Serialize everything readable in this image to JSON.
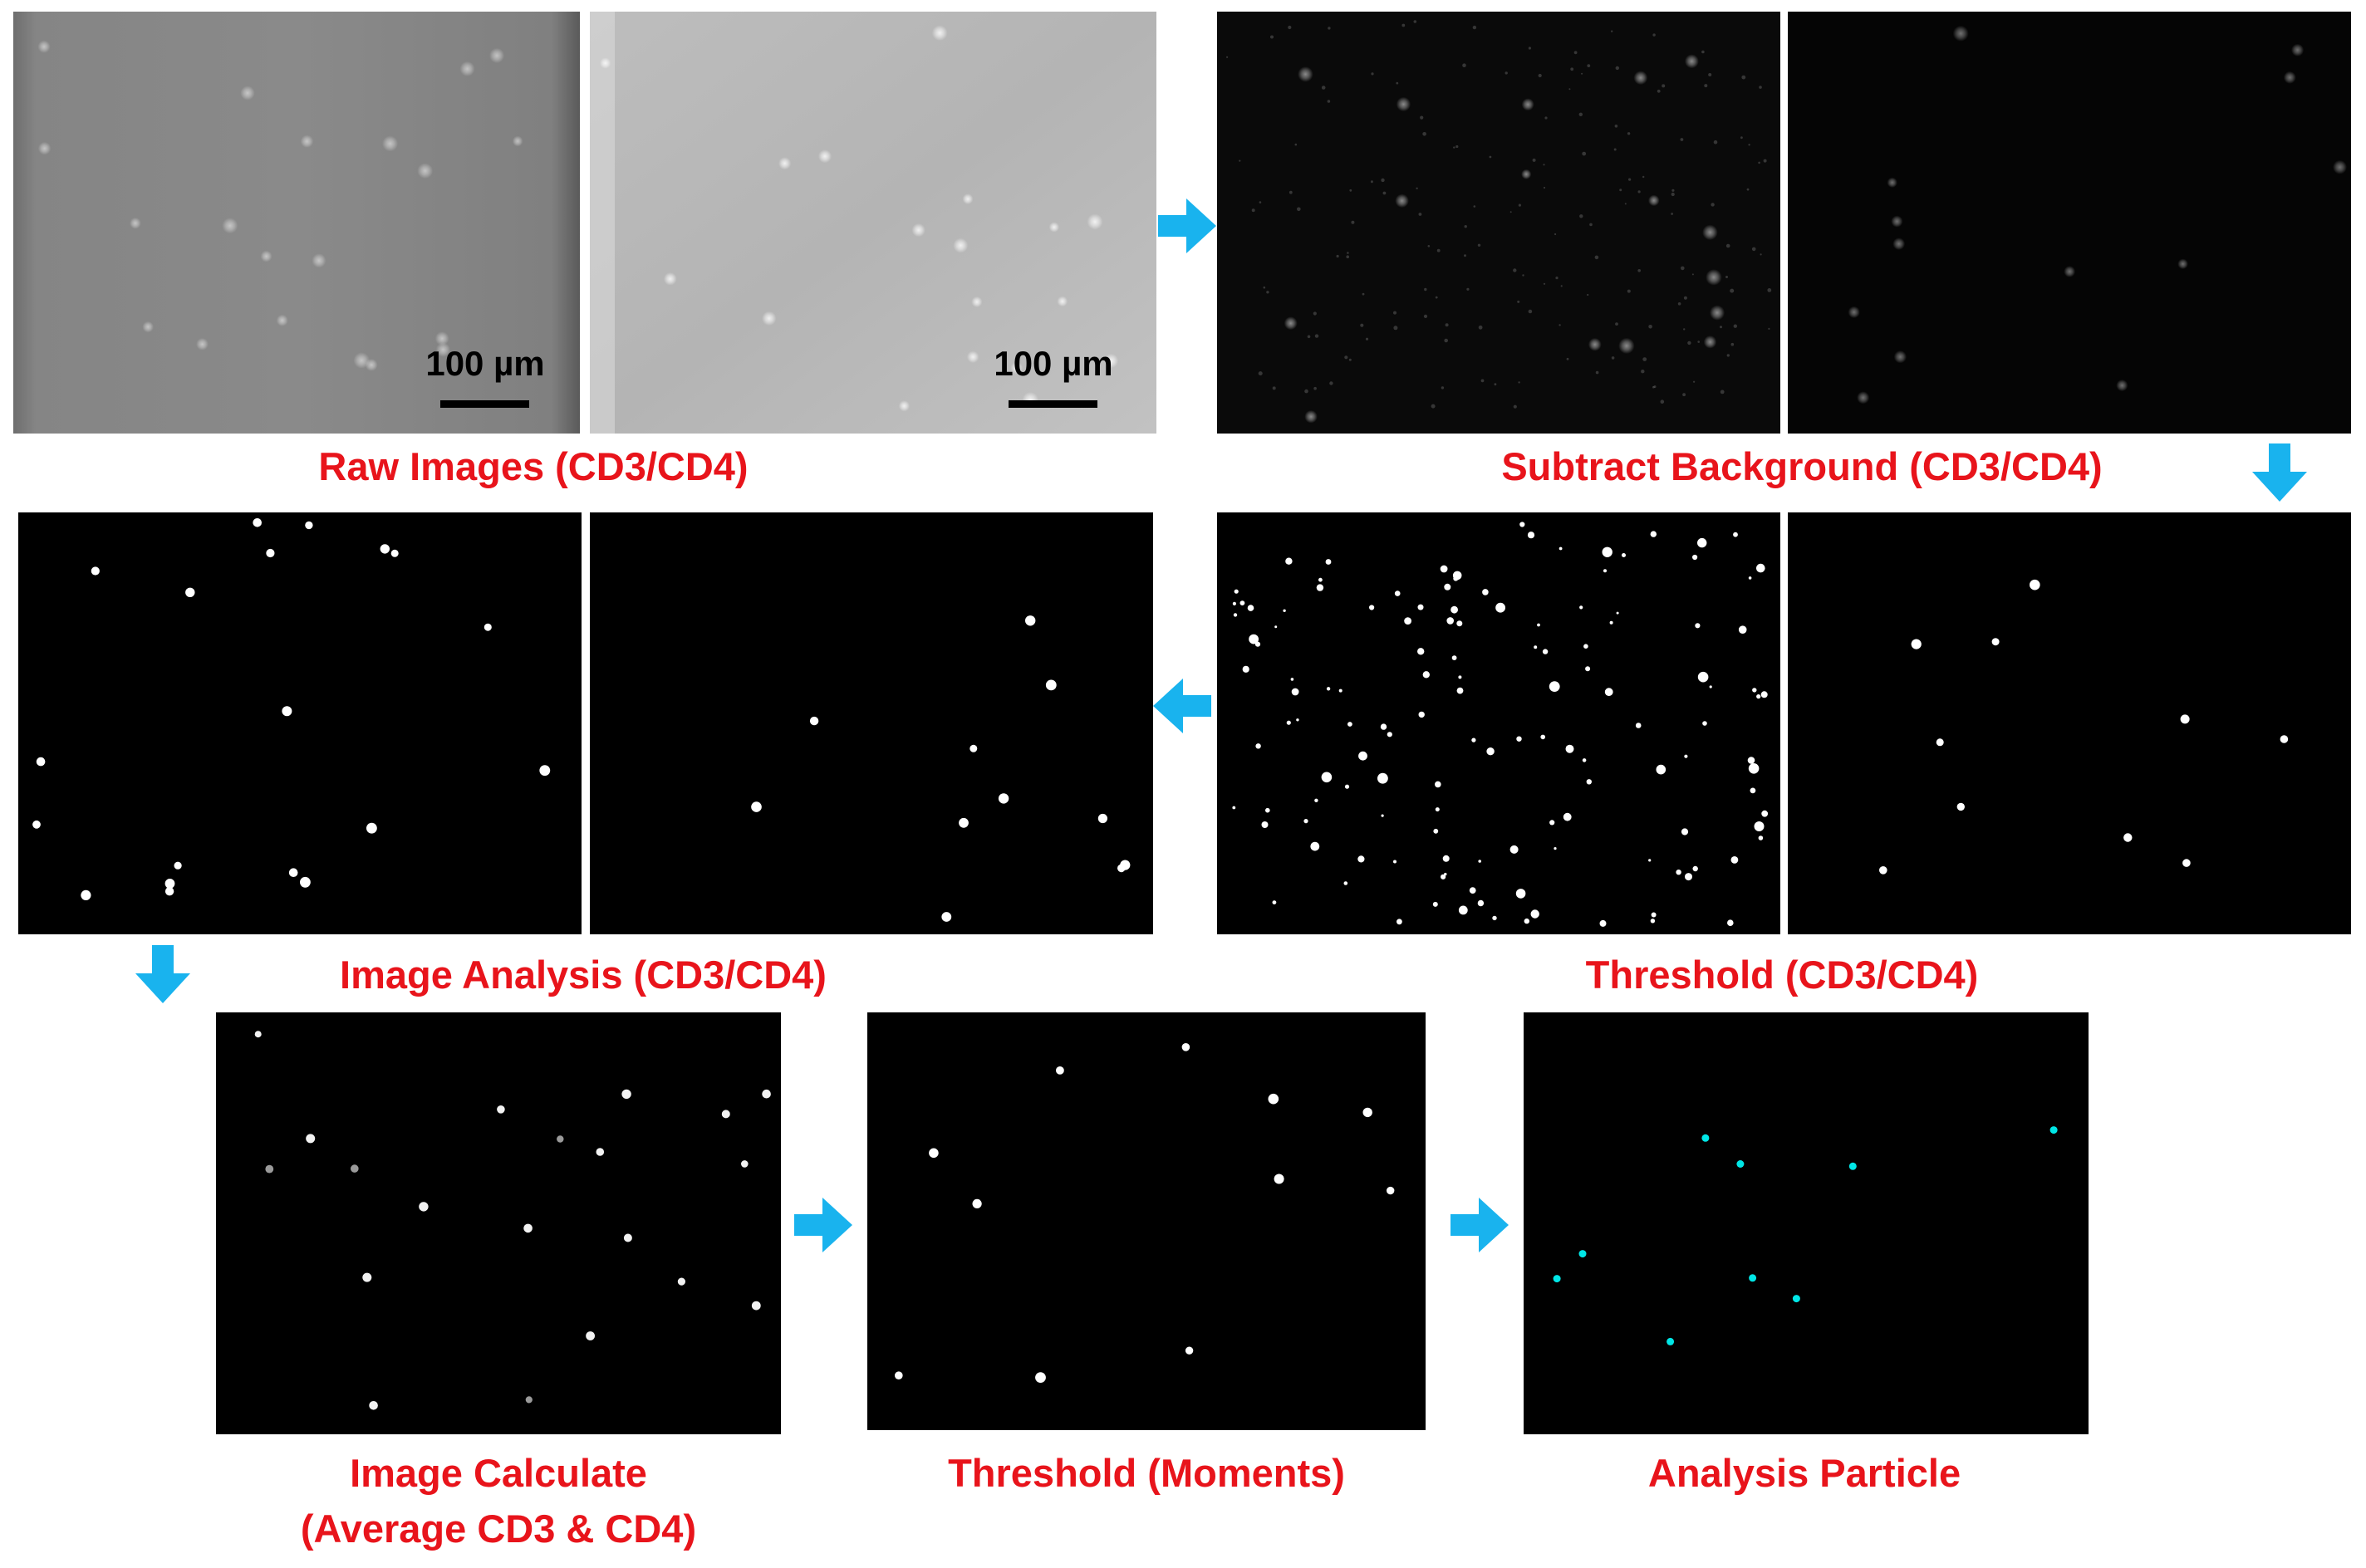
{
  "colors": {
    "caption": "#e8141b",
    "arrow": "#19b3ee",
    "particle_overlay": "#00e6e6",
    "panel_background": "#000000"
  },
  "captions": {
    "raw": "Raw Images  (CD3/CD4)",
    "subtract": "Subtract Background (CD3/CD4)",
    "image_analysis": "Image  Analysis (CD3/CD4)",
    "threshold_cd": "Threshold (CD3/CD4)",
    "image_calculate_line1": "Image  Calculate",
    "image_calculate_line2": "(Average CD3 & CD4)",
    "threshold_moments": "Threshold (Moments)",
    "analysis_particle": "Analysis Particle"
  },
  "scale_bar": {
    "label": "100 µm"
  },
  "arrows": [
    {
      "name": "arrow-raw-to-subtract",
      "direction": "right"
    },
    {
      "name": "arrow-subtract-to-threshold",
      "direction": "down"
    },
    {
      "name": "arrow-threshold-to-analysis",
      "direction": "left"
    },
    {
      "name": "arrow-analysis-to-calculate",
      "direction": "down"
    },
    {
      "name": "arrow-calculate-to-moments",
      "direction": "right"
    },
    {
      "name": "arrow-moments-to-particle",
      "direction": "right"
    }
  ],
  "panels": [
    {
      "name": "raw-cd3-panel",
      "style": "raw-dark"
    },
    {
      "name": "raw-cd4-panel",
      "style": "raw-light"
    },
    {
      "name": "subtract-cd3-panel",
      "style": "subtracted"
    },
    {
      "name": "subtract-cd4-panel",
      "style": "subtracted"
    },
    {
      "name": "analysis-cd3-panel",
      "style": "binary"
    },
    {
      "name": "analysis-cd4-panel",
      "style": "binary"
    },
    {
      "name": "threshold-cd3-panel",
      "style": "binary-noisy"
    },
    {
      "name": "threshold-cd4-panel",
      "style": "binary"
    },
    {
      "name": "calculate-average-panel",
      "style": "average"
    },
    {
      "name": "threshold-moments-panel",
      "style": "binary"
    },
    {
      "name": "analysis-particle-panel",
      "style": "particles"
    }
  ]
}
